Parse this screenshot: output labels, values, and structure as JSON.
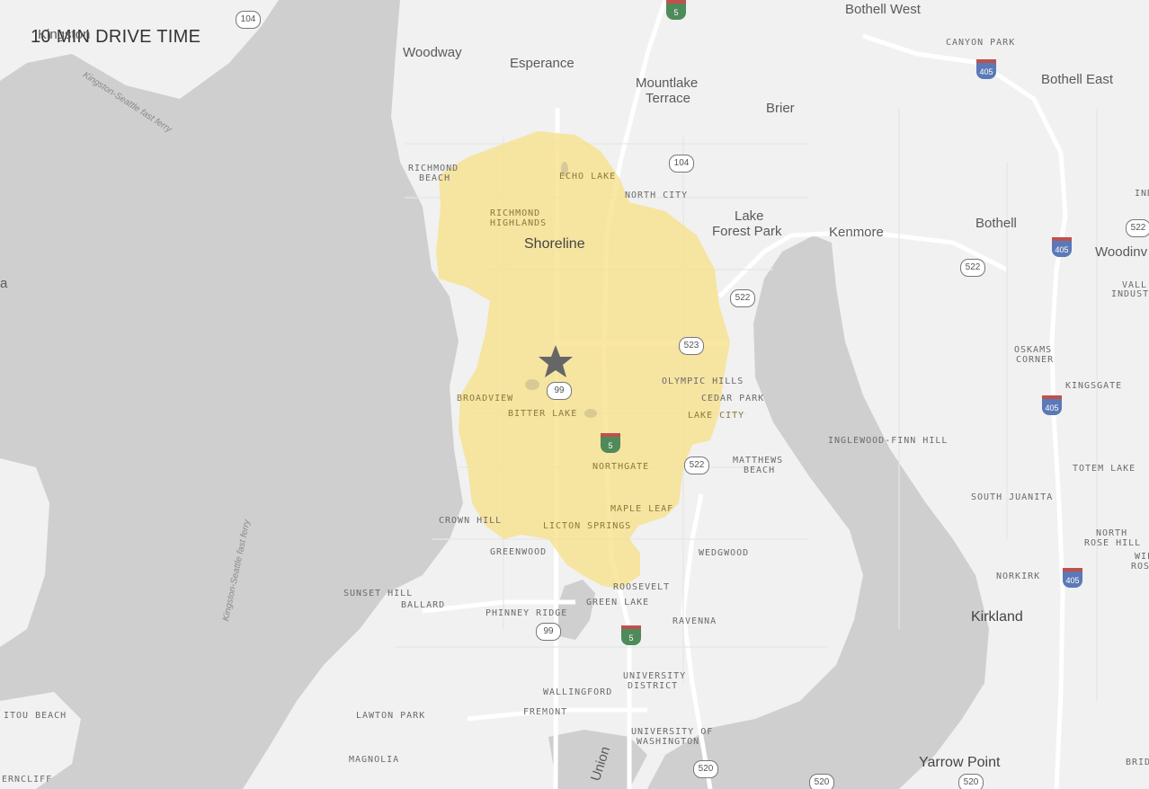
{
  "title": "10 MIN DRIVE TIME",
  "colors": {
    "water": "#cfcfcf",
    "land": "#f1f1f1",
    "drive_zone": "#f7e08a",
    "road": "#ffffff",
    "star": "#666666"
  },
  "marker_icon": "star-icon",
  "labels": {
    "kingston": "Kingston",
    "ferry1": "Kingston-Seattle fast ferry",
    "ferry2": "Kingston-Seattle fast ferry",
    "woodway": "Woodway",
    "esperance": "Esperance",
    "mountlake": "Mountlake",
    "terrace": "Terrace",
    "brier": "Brier",
    "bothell_west": "Bothell West",
    "canyon_park": "CANYON PARK",
    "bothell_east": "Bothell East",
    "bothell": "Bothell",
    "richmond_beach1": "RICHMOND",
    "richmond_beach2": "BEACH",
    "echo_lake": "ECHO LAKE",
    "north_city": "NORTH CITY",
    "richmond_highlands1": "RICHMOND",
    "richmond_highlands2": "HIGHLANDS",
    "shoreline": "Shoreline",
    "lake_forest_park1": "Lake",
    "lake_forest_park2": "Forest Park",
    "kenmore": "Kenmore",
    "woodinv": "Woodinv",
    "ind": "IND",
    "valle1": "VALL",
    "valle2": "INDUST",
    "oskams1": "OSKAMS",
    "oskams2": "CORNER",
    "kingsgate": "KINGSGATE",
    "olympic_hills": "OLYMPIC HILLS",
    "cedar_park": "CEDAR PARK",
    "lake_city": "LAKE CITY",
    "broadview": "BROADVIEW",
    "bitter_lake": "BITTER LAKE",
    "inglewood": "INGLEWOOD-FINN HILL",
    "northgate": "NORTHGATE",
    "matthews1": "MATTHEWS",
    "matthews2": "BEACH",
    "totem_lake": "TOTEM LAKE",
    "south_juanita": "SOUTH JUANITA",
    "maple_leaf": "MAPLE LEAF",
    "crown_hill": "CROWN HILL",
    "licton_springs": "LICTON SPRINGS",
    "north_rose1": "NORTH",
    "north_rose2": "ROSE HILL",
    "wil": "WIL",
    "ros": "ROS",
    "greenwood": "GREENWOOD",
    "wedgwood": "WEDGWOOD",
    "norkirk": "NORKIRK",
    "sunset_hill": "SUNSET HILL",
    "ballard": "BALLARD",
    "roosevelt": "ROOSEVELT",
    "green_lake": "GREEN LAKE",
    "phinney_ridge": "PHINNEY RIDGE",
    "ravenna": "RAVENNA",
    "kirkland": "Kirkland",
    "university_district1": "UNIVERSITY",
    "university_district2": "DISTRICT",
    "wallingford": "WALLINGFORD",
    "fremont": "FREMONT",
    "lawton_park": "LAWTON PARK",
    "itou_beach": "ITOU BEACH",
    "magnolia": "MAGNOLIA",
    "uw1": "UNIVERSITY OF",
    "uw2": "WASHINGTON",
    "union": "Union",
    "yarrow_point": "Yarrow Point",
    "bridle": "BRID",
    "erncliff": "ERNCLIFF",
    "a": "a"
  },
  "shields": {
    "sr104_top": "104",
    "sr104_mid": "104",
    "sr522_a": "522",
    "sr522_b": "522",
    "sr523": "523",
    "sr99_a": "99",
    "sr522_c": "522",
    "sr99_b": "99",
    "sr520_a": "520",
    "sr520_b": "520",
    "sr520_c": "520",
    "sr522_edge": "522",
    "i405_a": "405",
    "i405_b": "405",
    "i405_c": "405",
    "i405_d": "405",
    "i5_a": "5",
    "i5_b": "5",
    "i5_c": "5"
  }
}
